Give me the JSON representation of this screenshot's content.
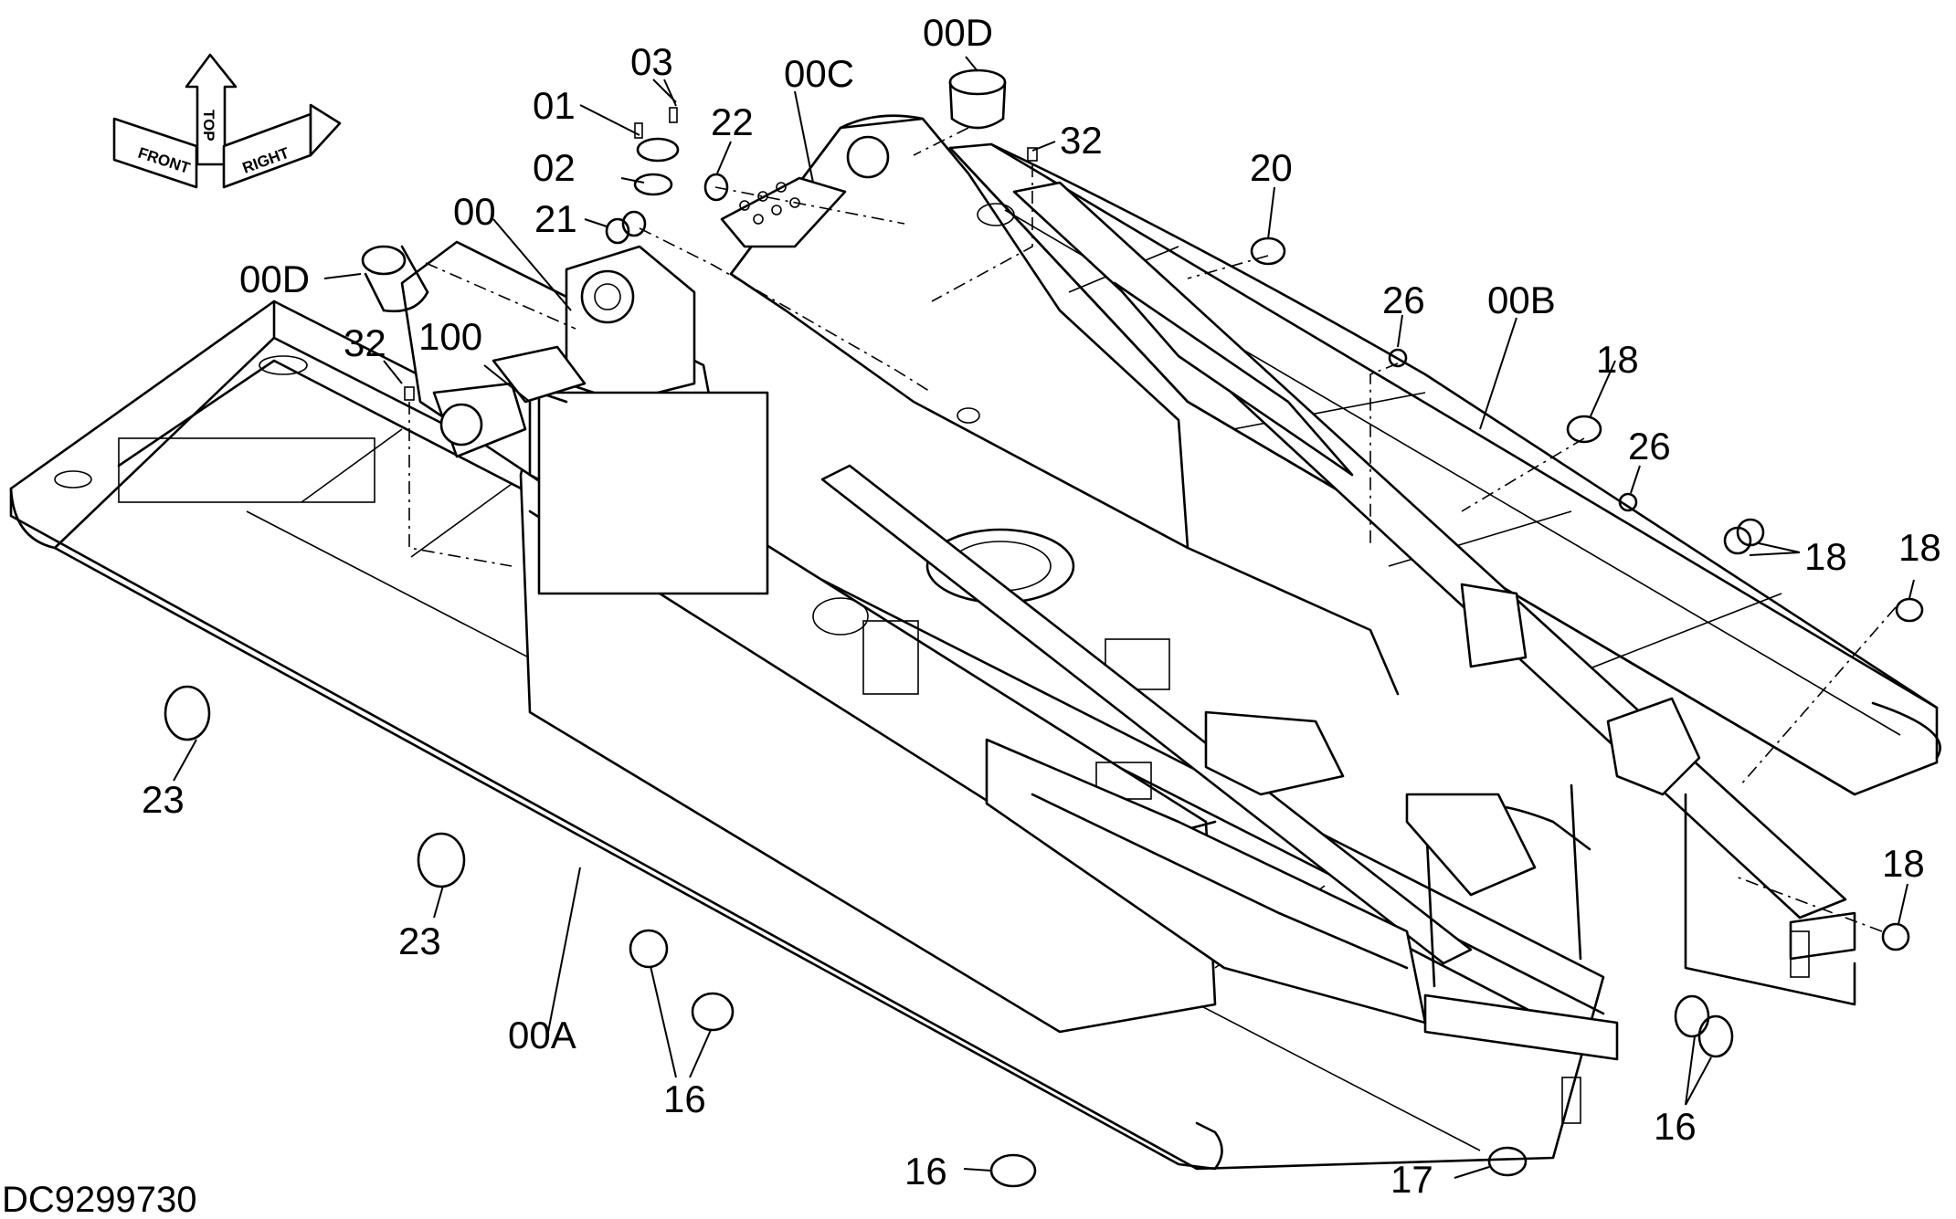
{
  "drawing_number": "DC9299730",
  "orientation": {
    "front": "FRONT",
    "top": "TOP",
    "right": "RIGHT"
  },
  "callouts": [
    {
      "key": "c00D_top",
      "text": "00D"
    },
    {
      "key": "c03",
      "text": "03"
    },
    {
      "key": "c00C",
      "text": "00C"
    },
    {
      "key": "c01",
      "text": "01"
    },
    {
      "key": "c22",
      "text": "22"
    },
    {
      "key": "c32_top",
      "text": "32"
    },
    {
      "key": "c02",
      "text": "02"
    },
    {
      "key": "c20",
      "text": "20"
    },
    {
      "key": "c21",
      "text": "21"
    },
    {
      "key": "c00",
      "text": "00"
    },
    {
      "key": "c00D_left",
      "text": "00D"
    },
    {
      "key": "c26_top",
      "text": "26"
    },
    {
      "key": "c00B",
      "text": "00B"
    },
    {
      "key": "c32_left",
      "text": "32"
    },
    {
      "key": "c100",
      "text": "100"
    },
    {
      "key": "c18_a",
      "text": "18"
    },
    {
      "key": "c26_mid",
      "text": "26"
    },
    {
      "key": "c18_b",
      "text": "18"
    },
    {
      "key": "c18_c",
      "text": "18"
    },
    {
      "key": "c23_a",
      "text": "23"
    },
    {
      "key": "c23_b",
      "text": "23"
    },
    {
      "key": "c18_d",
      "text": "18"
    },
    {
      "key": "c00A",
      "text": "00A"
    },
    {
      "key": "c16_a",
      "text": "16"
    },
    {
      "key": "c16_b",
      "text": "16"
    },
    {
      "key": "c16_c",
      "text": "16"
    },
    {
      "key": "c17",
      "text": "17"
    }
  ]
}
